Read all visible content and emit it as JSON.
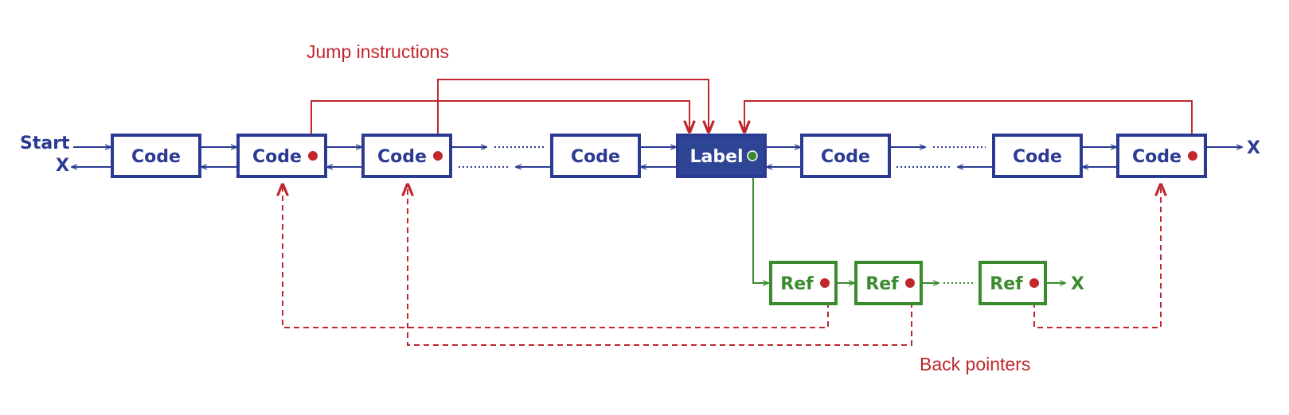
{
  "labels": {
    "start": "Start",
    "end_left": "X",
    "end_right": "X",
    "ref_end": "X",
    "jump_caption": "Jump instructions",
    "back_caption": "Back pointers"
  },
  "code_nodes": [
    {
      "text": "Code",
      "has_dot": false
    },
    {
      "text": "Code",
      "has_dot": true
    },
    {
      "text": "Code",
      "has_dot": true
    },
    {
      "text": "Code",
      "has_dot": false
    },
    {
      "text": "Label",
      "has_dot": true,
      "highlight": true
    },
    {
      "text": "Code",
      "has_dot": false
    },
    {
      "text": "Code",
      "has_dot": false
    },
    {
      "text": "Code",
      "has_dot": true
    }
  ],
  "ref_nodes": [
    {
      "text": "Ref"
    },
    {
      "text": "Ref"
    },
    {
      "text": "Ref"
    }
  ],
  "colors": {
    "blue": "#2b3a93",
    "red": "#c0282d",
    "green": "#3a8a2e",
    "label_fill": "#2e4596"
  }
}
